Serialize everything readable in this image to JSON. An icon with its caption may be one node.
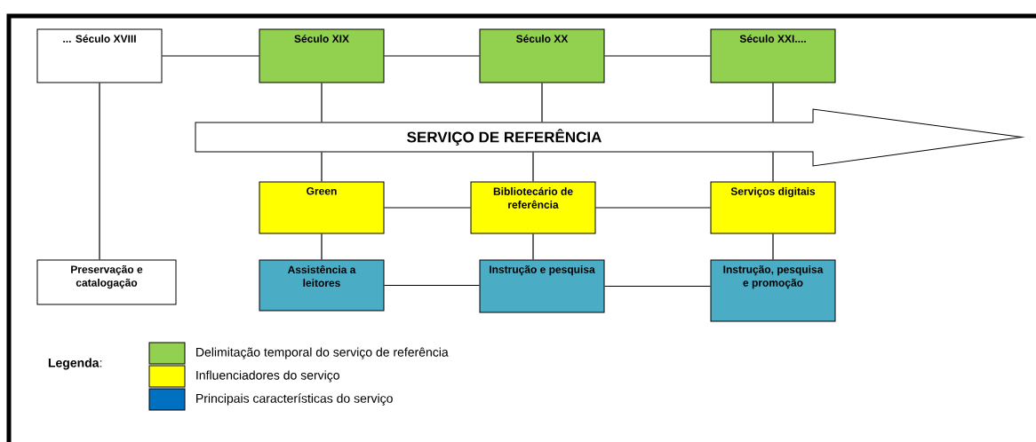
{
  "diagram": {
    "nodes": [
      {
        "text": [
          "... Século XVIII"
        ]
      },
      {
        "text": [
          "Século XIX"
        ]
      },
      {
        "text": [
          "Século XX"
        ]
      },
      {
        "text": [
          "Século XXI...."
        ]
      },
      {
        "text": [
          "SERVIÇO DE REFERÊNCIA"
        ]
      },
      {
        "text": [
          "Green"
        ]
      },
      {
        "text": [
          "Bibliotecário de referência"
        ]
      },
      {
        "text": [
          "Serviços digitais"
        ]
      },
      {
        "text": [
          "Preservação e catalogação"
        ]
      },
      {
        "text": [
          "Assistência a leitores"
        ]
      },
      {
        "text": [
          "Instrução e pesquisa"
        ]
      },
      {
        "text": [
          "Instrução, pesquisa e promoção"
        ]
      }
    ],
    "edges": [
      {
        "from": 0,
        "to": 1,
        "arrow": "none"
      },
      {
        "from": 1,
        "to": 2,
        "arrow": "none"
      },
      {
        "from": 2,
        "to": 3,
        "arrow": "none"
      },
      {
        "from": 0,
        "to": 8,
        "arrow": "none"
      },
      {
        "from": 1,
        "to": 4,
        "arrow": "none"
      },
      {
        "from": 2,
        "to": 4,
        "arrow": "none"
      },
      {
        "from": 3,
        "to": 4,
        "arrow": "none"
      },
      {
        "from": 4,
        "to": 5,
        "arrow": "none"
      },
      {
        "from": 4,
        "to": 6,
        "arrow": "none"
      },
      {
        "from": 4,
        "to": 7,
        "arrow": "none"
      },
      {
        "from": 5,
        "to": 6,
        "arrow": "none"
      },
      {
        "from": 6,
        "to": 7,
        "arrow": "none"
      },
      {
        "from": 5,
        "to": 9,
        "arrow": "none"
      },
      {
        "from": 6,
        "to": 10,
        "arrow": "none"
      },
      {
        "from": 7,
        "to": 11,
        "arrow": "none"
      },
      {
        "from": 9,
        "to": 10,
        "arrow": "none"
      },
      {
        "from": 10,
        "to": 11,
        "arrow": "none"
      }
    ],
    "labels": [
      "**Legenda**:"
    ],
    "legend": [
      {
        "text": "Delimitação temporal do serviço de referência",
        "color": "#92d050"
      },
      {
        "text": "Influenciadores do serviço",
        "color": "#ffff00"
      },
      {
        "text": "Principais características do serviço",
        "color": "#0070c0"
      }
    ]
  }
}
